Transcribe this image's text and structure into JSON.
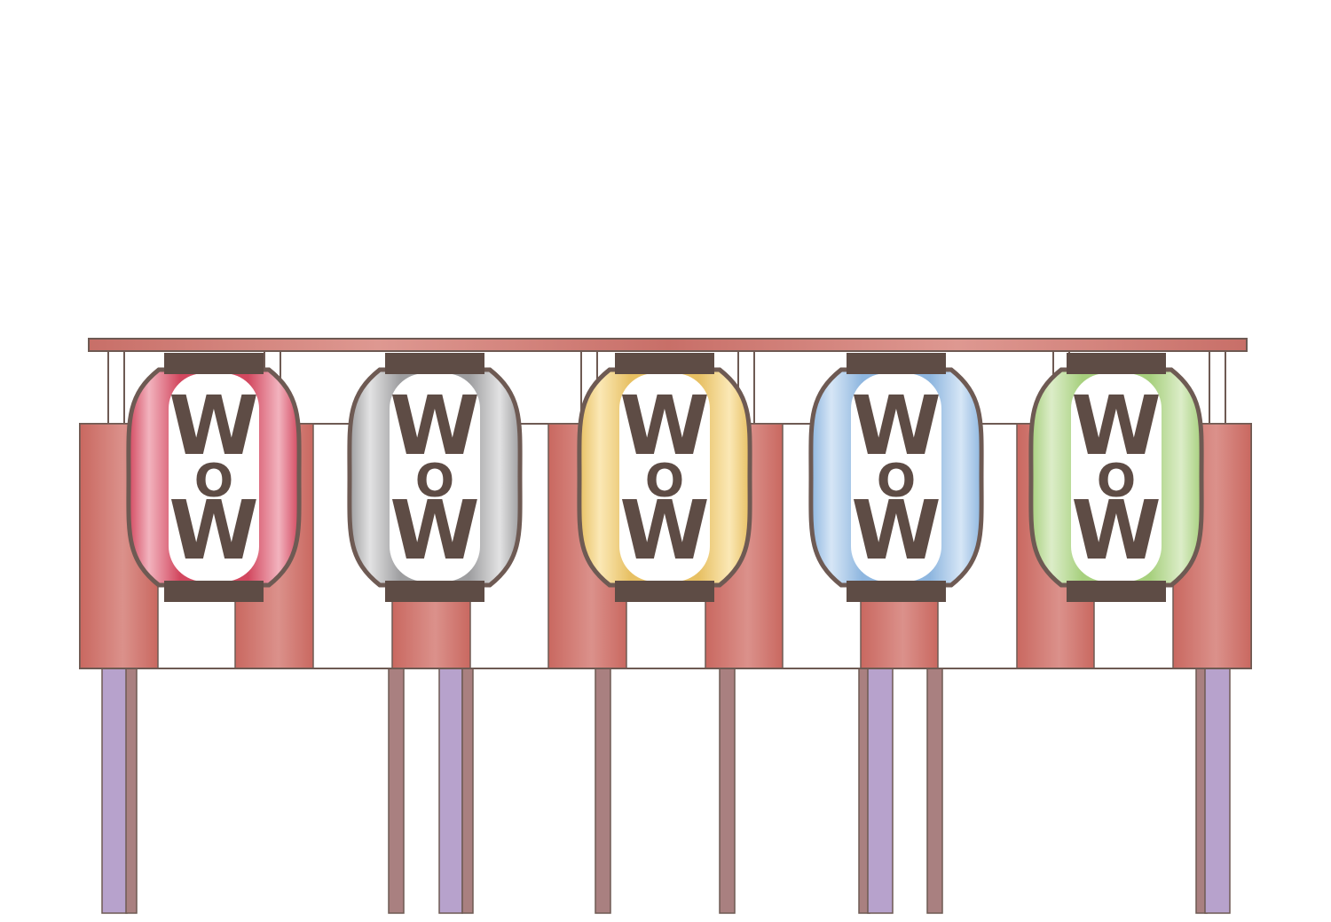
{
  "colors": {
    "outline": "#6e5a53",
    "cap": "#5e4c45",
    "letters": "#5e4c45",
    "roof": "#cf7a72",
    "fence_panel": "#cd6d66",
    "fence_panel_light": "#dc9892",
    "post_brown": "#a98080",
    "post_purple": "#b7a2cc",
    "background": "#ffffff"
  },
  "lanterns": [
    {
      "name": "red",
      "color": "#d2485f",
      "light": "#f2b3be",
      "letters": [
        "W",
        "O",
        "W"
      ]
    },
    {
      "name": "gray",
      "color": "#9d9d9f",
      "light": "#e2e2e3",
      "letters": [
        "W",
        "O",
        "W"
      ]
    },
    {
      "name": "yellow",
      "color": "#e7c063",
      "light": "#fbe8b5",
      "letters": [
        "W",
        "O",
        "W"
      ]
    },
    {
      "name": "blue",
      "color": "#8eb6df",
      "light": "#d6e6f6",
      "letters": [
        "W",
        "O",
        "W"
      ]
    },
    {
      "name": "green",
      "color": "#a7d07e",
      "light": "#dcedc8",
      "letters": [
        "W",
        "O",
        "W"
      ]
    }
  ]
}
